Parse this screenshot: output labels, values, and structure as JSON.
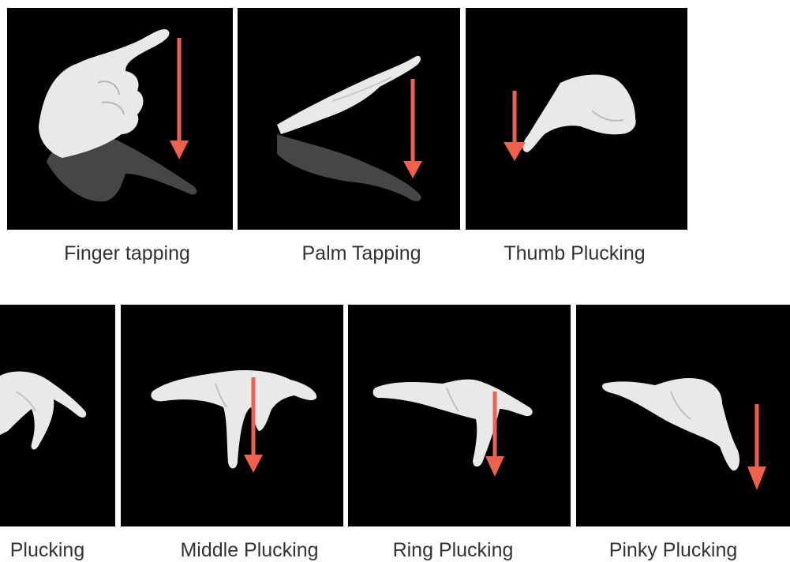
{
  "colors": {
    "panel_background": "#000000",
    "hand": "#e9e9e9",
    "hand_shadow": "#9c9c9c",
    "arrow": "#f0604f",
    "caption_text": "#333333"
  },
  "gestures": [
    {
      "label": "Finger tapping",
      "illustration": "index-finger-hand-icon",
      "arrow": "down"
    },
    {
      "label": "Palm Tapping",
      "illustration": "flat-palm-hand-icon",
      "arrow": "down"
    },
    {
      "label": "Thumb Plucking",
      "illustration": "thumb-pluck-hand-icon",
      "arrow": "down"
    },
    {
      "label": "Plucking",
      "illustration": "index-pluck-hand-icon",
      "arrow": "none"
    },
    {
      "label": "Middle Plucking",
      "illustration": "middle-pluck-hand-icon",
      "arrow": "down"
    },
    {
      "label": "Ring Plucking",
      "illustration": "ring-pluck-hand-icon",
      "arrow": "down"
    },
    {
      "label": "Pinky Plucking",
      "illustration": "pinky-pluck-hand-icon",
      "arrow": "down"
    }
  ]
}
